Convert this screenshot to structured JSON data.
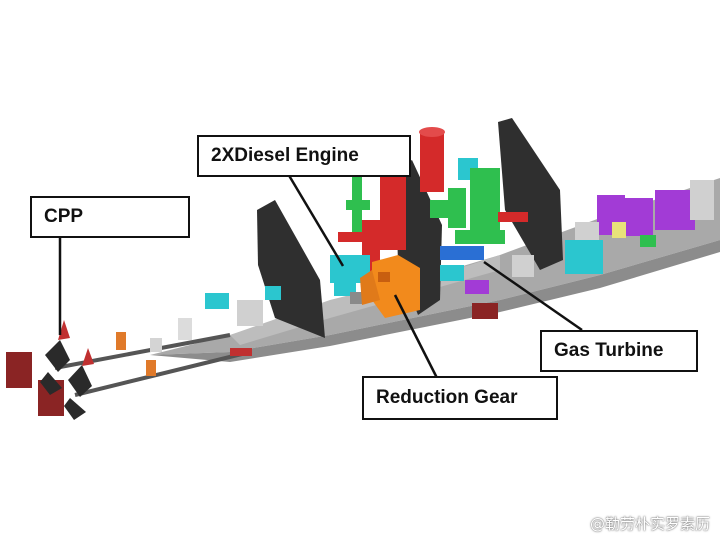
{
  "labels": {
    "cpp": "CPP",
    "diesel": "2XDiesel Engine",
    "gas_turbine": "Gas Turbine",
    "reduction_gear": "Reduction Gear"
  },
  "watermark": "@勒劳朴实罗素历",
  "colors": {
    "hull": "#a9a9a9",
    "bulkhead": "#2f2f2f",
    "diesel": "#d42a2a",
    "gear": "#f28a1c",
    "turbine_green": "#2fbf4f",
    "cyan": "#2bc6cf",
    "purple": "#a23bd6",
    "propeller": "#8a2424"
  }
}
